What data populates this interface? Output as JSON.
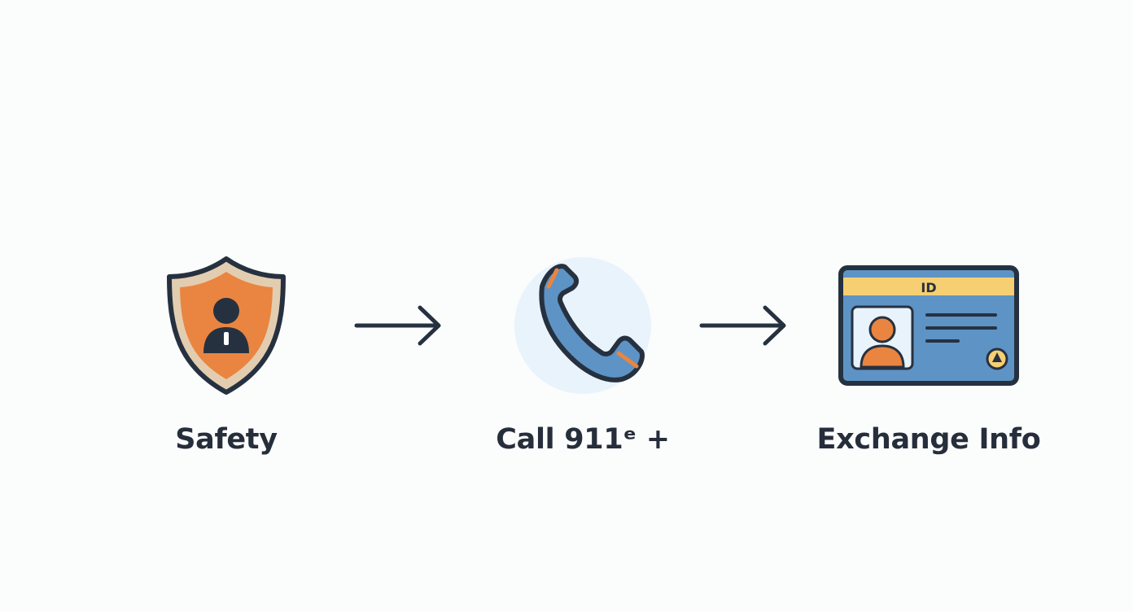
{
  "steps": [
    {
      "label": "Safety",
      "icon": "shield-person-icon"
    },
    {
      "label": "Call 911ᵉ +",
      "icon": "phone-handset-icon"
    },
    {
      "label": "Exchange Info",
      "icon": "id-card-icon"
    }
  ],
  "id_card": {
    "header_text": "ID"
  },
  "colors": {
    "outline": "#263140",
    "orange": "#e98540",
    "blue": "#5e93c5",
    "light_blue": "#e9f3fc",
    "yellow": "#f6cf72",
    "beige": "#e3cdb0"
  }
}
